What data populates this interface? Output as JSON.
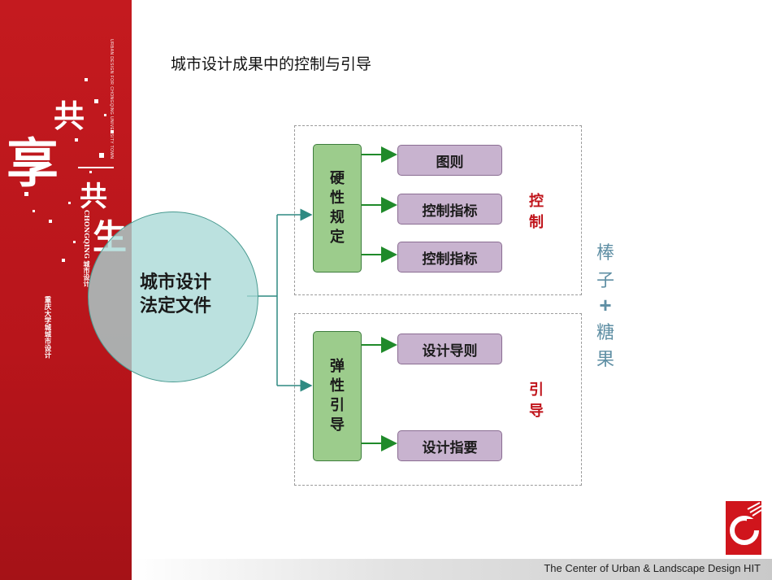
{
  "title": "城市设计成果中的控制与引导",
  "center": {
    "line1": "城市设计",
    "line2": "法定文件"
  },
  "rigid": {
    "label": [
      "硬",
      "性",
      "规",
      "定"
    ],
    "items": [
      "图则",
      "控制指标",
      "控制指标"
    ],
    "side_label": [
      "控",
      "制"
    ]
  },
  "elastic": {
    "label": [
      "弹",
      "性",
      "引",
      "导"
    ],
    "items": [
      "设计导则",
      "设计指要"
    ],
    "side_label": [
      "引",
      "导"
    ]
  },
  "slogan": {
    "a1": "棒",
    "a2": "子",
    "plus": "+",
    "b1": "糖",
    "b2": "果"
  },
  "sidebar": {
    "char_big": "享",
    "char_gong1": "共",
    "char_gong2": "共",
    "char_sheng": "生",
    "vertical_en": "URBAN DESIGN FOR CHONGQING UNIVERSITY TOWN",
    "vertical_cn": "CHONGQING 城市设计",
    "school": "重庆大学城城市设计"
  },
  "footer": "The Center of Urban & Landscape Design  HIT",
  "colors": {
    "sidebar_red": "#c41a1f",
    "circle_fill": "#a8d8d6",
    "rigid_green": "#9ccc8c",
    "item_purple": "#c8b3cf",
    "label_red": "#c0141b",
    "slogan_blue": "#5f8fa4",
    "arrow_green": "#1f8a2a",
    "connector_teal": "#2f8a82"
  }
}
